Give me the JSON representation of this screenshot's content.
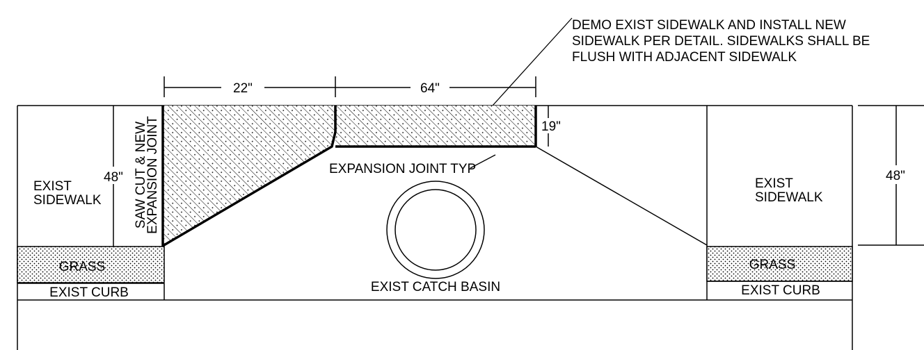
{
  "colors": {
    "ink": "#000000",
    "background": "#ffffff"
  },
  "note": {
    "line1": "DEMO EXIST SIDEWALK AND INSTALL NEW",
    "line2": "SIDEWALK PER DETAIL. SIDEWALKS SHALL BE",
    "line3": "FLUSH WITH ADJACENT SIDEWALK"
  },
  "dimensions": {
    "width_left": "22\"",
    "width_right": "64\"",
    "depth_small": "19\"",
    "height_left": "48\"",
    "height_right": "48\""
  },
  "labels": {
    "left_sidewalk_1": "EXIST",
    "left_sidewalk_2": "SIDEWALK",
    "right_sidewalk_1": "EXIST",
    "right_sidewalk_2": "SIDEWALK",
    "saw_cut_1": "SAW CUT & NEW",
    "saw_cut_2": "EXPANSION JOINT",
    "expansion_joint": "EXPANSION JOINT TYP",
    "catch_basin": "EXIST CATCH BASIN",
    "grass_left": "GRASS",
    "grass_right": "GRASS",
    "curb_left": "EXIST CURB",
    "curb_right": "EXIST CURB"
  }
}
